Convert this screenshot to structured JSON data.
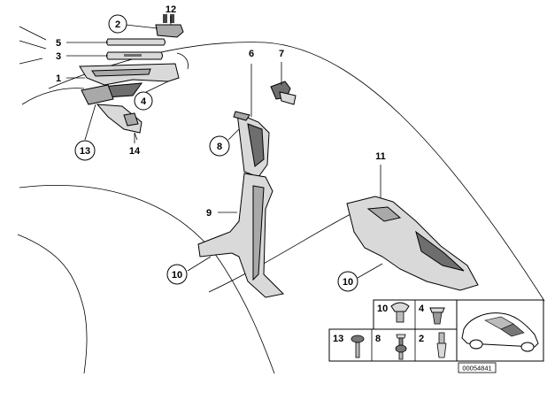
{
  "callouts": {
    "n1": "1",
    "n2": "2",
    "n3": "3",
    "n4": "4",
    "n5": "5",
    "n6": "6",
    "n7": "7",
    "n8": "8",
    "n9": "9",
    "n10a": "10",
    "n10b": "10",
    "n11": "11",
    "n12": "12",
    "n13": "13",
    "n14": "14"
  },
  "legend": {
    "l10": "10",
    "l4": "4",
    "l13": "13",
    "l8": "8",
    "l2": "2"
  },
  "diagram_code": "00054841",
  "colors": {
    "line": "#000000",
    "part_light": "#d9d9d9",
    "part_mid": "#a9a9a9",
    "part_dark": "#6e6e6e"
  }
}
